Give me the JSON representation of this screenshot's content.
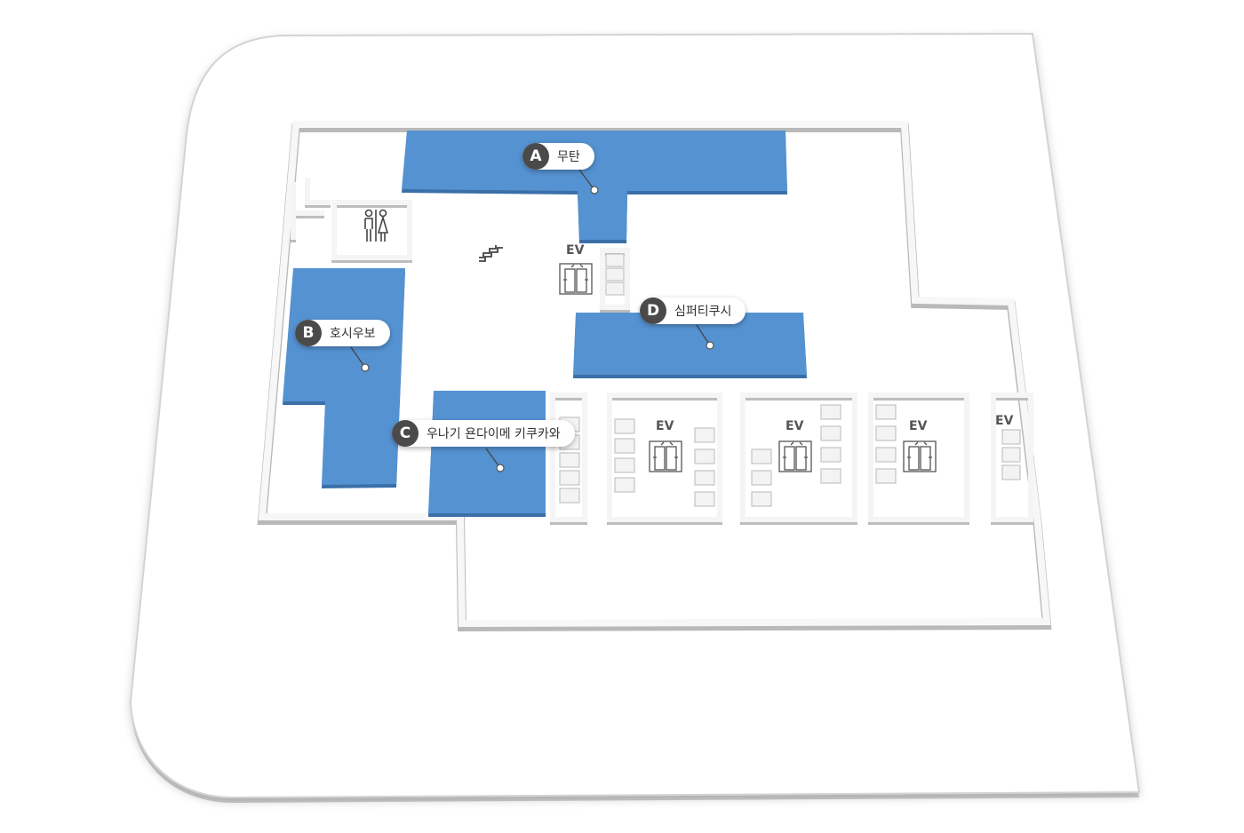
{
  "map": {
    "store_color": "#5592d2",
    "stores": [
      {
        "letter": "A",
        "name": "무탄"
      },
      {
        "letter": "B",
        "name": "호시우보"
      },
      {
        "letter": "C",
        "name": "우나기 욘다이메 키쿠카와"
      },
      {
        "letter": "D",
        "name": "심퍼티쿠시"
      }
    ],
    "elevator_label": "EV",
    "icons": [
      "restroom-icon",
      "stairs-icon",
      "elevator-icon"
    ]
  }
}
